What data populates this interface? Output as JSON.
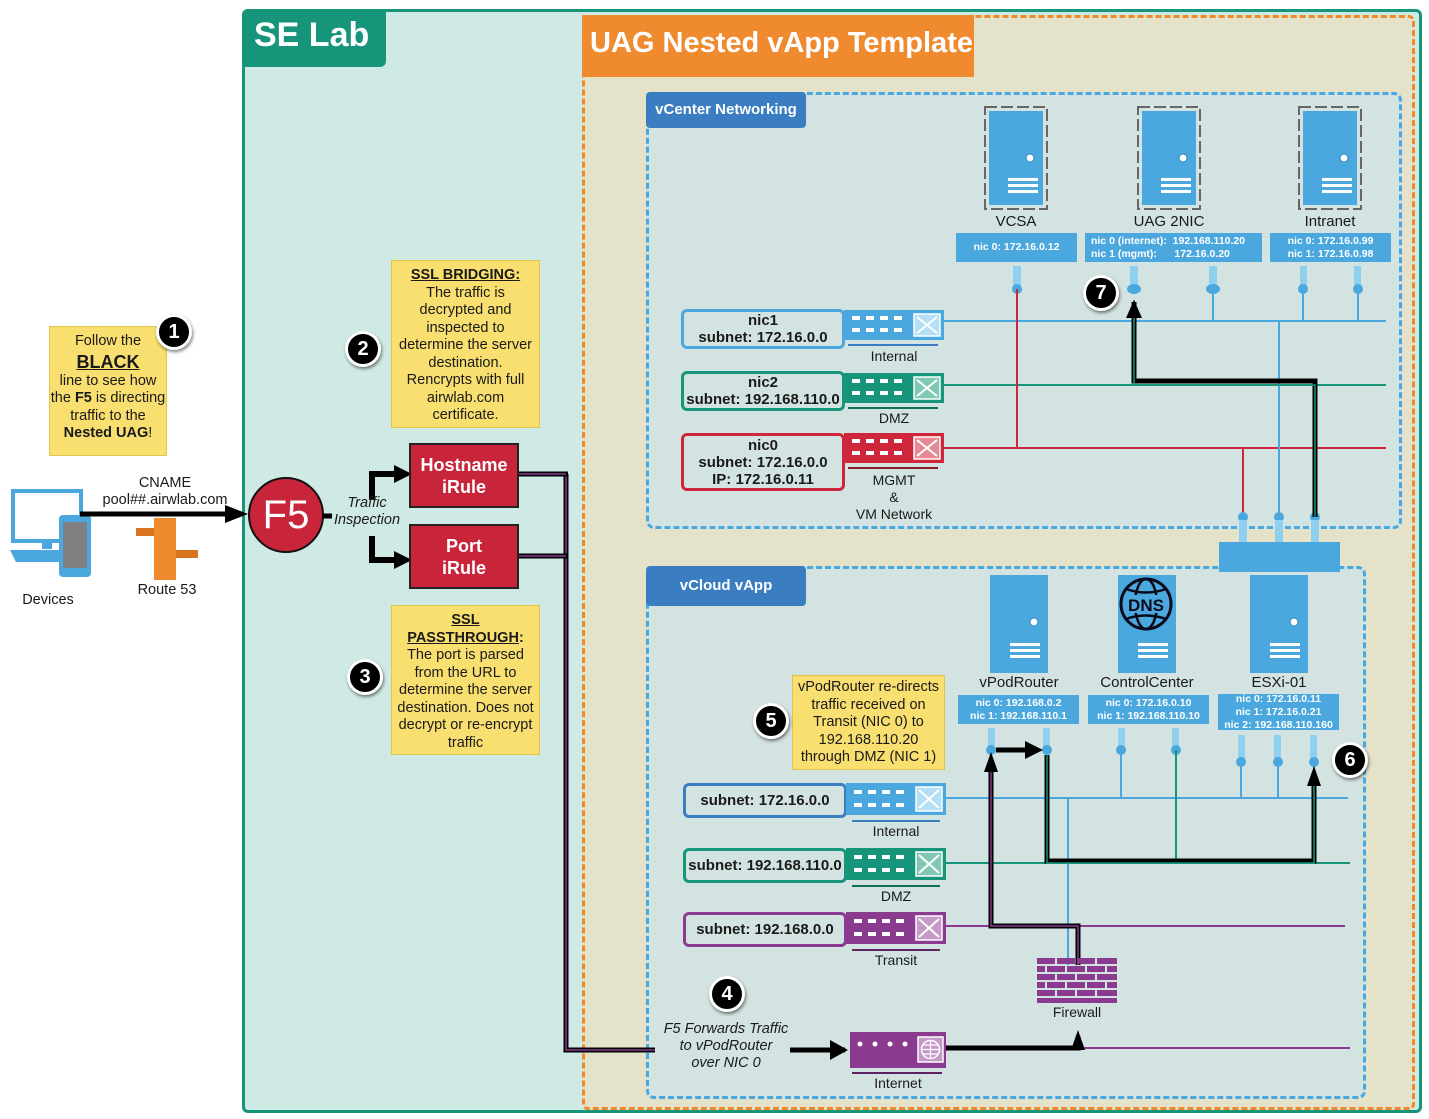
{
  "containers": {
    "se_lab": "SE Lab",
    "uag_template": "UAG Nested vApp Template",
    "vcenter_networking": "vCenter Networking",
    "vcloud_vapp": "vCloud vApp"
  },
  "left": {
    "note1": {
      "line1": "Follow the",
      "emph": "BLACK",
      "line2": "line to see how",
      "line3_pre": "the ",
      "line3_bold": "F5",
      "line3_post": " is directing",
      "line4": "traffic to the",
      "line5_bold": "Nested UAG",
      "line5_post": "!"
    },
    "cname_label": "CNAME",
    "cname_value": "pool##.airwlab.com",
    "devices_label": "Devices",
    "route53_label": "Route 53",
    "f5_label": "F5",
    "traffic_inspection": [
      "Traffic",
      "Inspection"
    ]
  },
  "irules": {
    "hostname": [
      "Hostname",
      "iRule"
    ],
    "port": [
      "Port",
      "iRule"
    ]
  },
  "notes": {
    "ssl_bridging": {
      "title": "SSL BRIDGING",
      "lines": [
        "The traffic is",
        "decrypted and",
        "inspected to",
        "determine the server",
        "destination.",
        "Rencrypts with full",
        "airwlab.com",
        "certificate."
      ]
    },
    "ssl_passthrough": {
      "title1": "SSL",
      "title2": "PASSTHROUGH",
      "lines": [
        "The port is parsed",
        "from the URL to",
        "determine the server",
        "destination.  Does not",
        "decrypt or re-encrypt",
        "traffic"
      ]
    },
    "vpodrouter_note": {
      "lines": [
        "vPodRouter re-directs",
        "traffic received on",
        "Transit (NIC 0) to",
        "192.168.110.20",
        "through DMZ (NIC 1)"
      ]
    },
    "step4": [
      "F5 Forwards Traffic",
      "to vPodRouter",
      "over NIC 0"
    ]
  },
  "badges": [
    "1",
    "2",
    "3",
    "4",
    "5",
    "6",
    "7"
  ],
  "vcenter": {
    "servers": [
      {
        "name": "VCSA",
        "nics": [
          "nic 0: 172.16.0.12"
        ]
      },
      {
        "name": "UAG 2NIC",
        "nics": [
          "nic 0 (internet):  192.168.110.20",
          "nic 1 (mgmt):      172.16.0.20"
        ]
      },
      {
        "name": "Intranet",
        "nics": [
          "nic 0: 172.16.0.99",
          "nic 1: 172.16.0.98"
        ]
      }
    ],
    "networks": [
      {
        "lines": [
          "nic1",
          "subnet: 172.16.0.0"
        ],
        "switch": "Internal",
        "color": "#4aa8df"
      },
      {
        "lines": [
          "nic2",
          "subnet: 192.168.110.0"
        ],
        "switch": "DMZ",
        "color": "#17957a"
      },
      {
        "lines": [
          "nic0",
          "subnet: 172.16.0.0",
          "IP: 172.16.0.11"
        ],
        "switch": [
          "MGMT",
          "&",
          "VM Network"
        ],
        "color": "#d0263c"
      }
    ]
  },
  "vcloud": {
    "servers": [
      {
        "name": "vPodRouter",
        "nics": [
          "nic 0: 192.168.0.2",
          "nic 1: 192.168.110.1"
        ]
      },
      {
        "name": "ControlCenter",
        "nics": [
          "nic 0: 172.16.0.10",
          "nic 1: 192.168.110.10"
        ],
        "overlay": "DNS"
      },
      {
        "name": "ESXi-01",
        "nics": [
          "nic 0: 172.16.0.11",
          "nic 1: 172.16.0.21",
          "nic 2: 192.168.110.160"
        ]
      }
    ],
    "networks": [
      {
        "lines": [
          "subnet: 172.16.0.0"
        ],
        "switch": "Internal",
        "color": "#3a7dc0"
      },
      {
        "lines": [
          "subnet: 192.168.110.0"
        ],
        "switch": "DMZ",
        "color": "#17957a"
      },
      {
        "lines": [
          "subnet: 192.168.0.0"
        ],
        "switch": "Transit",
        "color": "#8a3b8f"
      }
    ],
    "firewall_label": "Firewall",
    "internet_label": "Internet"
  },
  "colors": {
    "internal": "#4aa8df",
    "dmz": "#17957a",
    "mgmt": "#d0263c",
    "transit": "#8a3b8f",
    "path": "#000000",
    "f5": "#c8243a",
    "route53": "#ef8a2f"
  }
}
